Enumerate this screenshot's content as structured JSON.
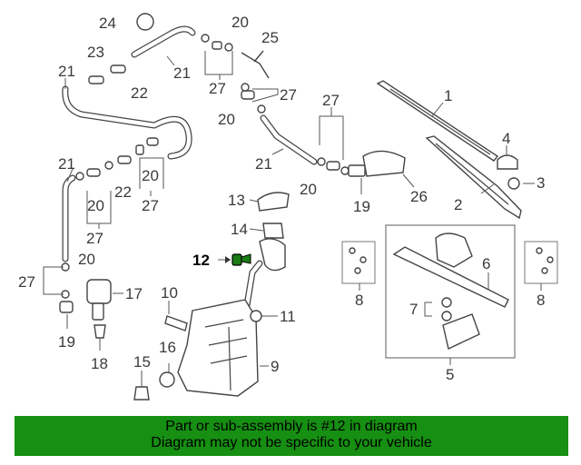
{
  "callouts": {
    "c1": "1",
    "c2": "2",
    "c3": "3",
    "c4": "4",
    "c5": "5",
    "c6": "6",
    "c7": "7",
    "c8a": "8",
    "c8b": "8",
    "c9": "9",
    "c10": "10",
    "c11": "11",
    "c12": "12",
    "c13": "13",
    "c14": "14",
    "c15": "15",
    "c16": "16",
    "c17": "17",
    "c18": "18",
    "c19a": "19",
    "c19b": "19",
    "c20a": "20",
    "c20b": "20",
    "c20c": "20",
    "c20d": "20",
    "c20e": "20",
    "c20f": "20",
    "c21a": "21",
    "c21b": "21",
    "c21c": "21",
    "c21d": "21",
    "c22a": "22",
    "c22b": "22",
    "c23": "23",
    "c24": "24",
    "c25": "25",
    "c26": "26",
    "c27a": "27",
    "c27b": "27",
    "c27c": "27",
    "c27d": "27",
    "c27e": "27",
    "c27f": "27"
  },
  "banner": {
    "line1": "Part or sub-assembly is #12 in diagram",
    "line2": "Diagram may not be specific to your vehicle"
  },
  "colors": {
    "banner_bg": "#168f12",
    "highlight_part": "#1a7a14"
  }
}
